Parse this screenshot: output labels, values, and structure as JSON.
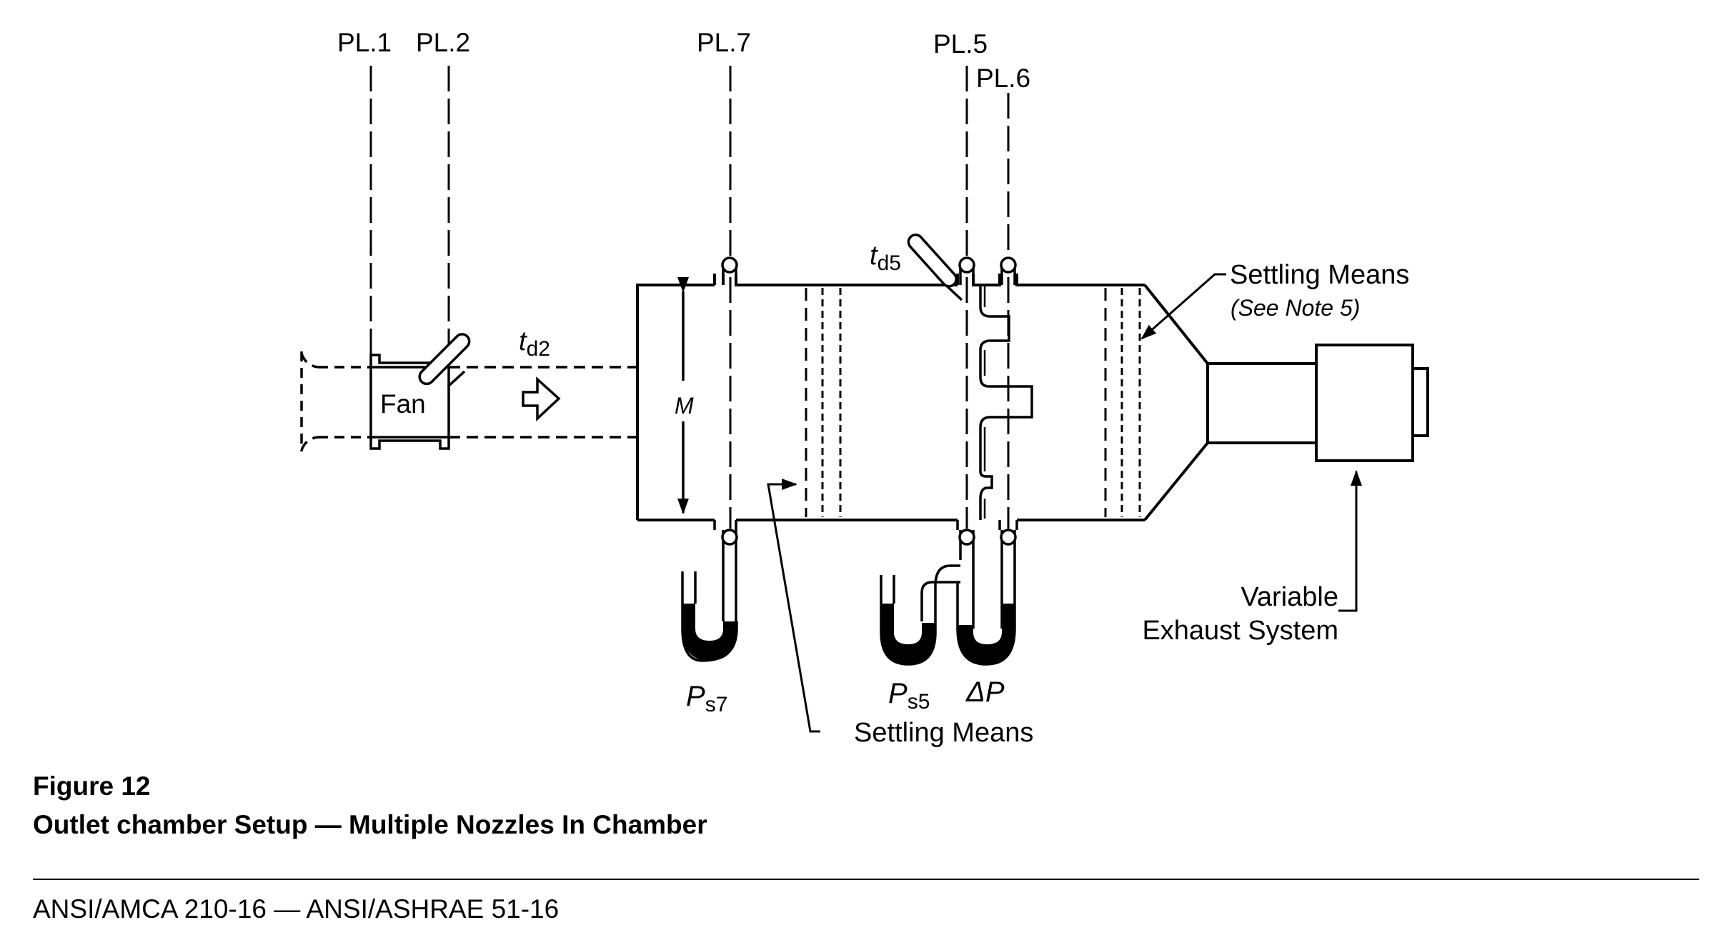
{
  "figure": {
    "number_label": "Figure 12",
    "title": "Outlet chamber Setup — Multiple Nozzles In Chamber"
  },
  "footer": {
    "standard": "ANSI/AMCA 210-16 — ANSI/ASHRAE 51-16"
  },
  "planes": {
    "pl1": "PL.1",
    "pl2": "PL.2",
    "pl7": "PL.7",
    "pl5": "PL.5",
    "pl6": "PL.6"
  },
  "labels": {
    "fan": "Fan",
    "td2_main": "t",
    "td2_sub": "d2",
    "td5_main": "t",
    "td5_sub": "d5",
    "dimension_m": "M",
    "ps7_main": "P",
    "ps7_sub": "s7",
    "ps5_main": "P",
    "ps5_sub": "s5",
    "delta_p": "ΔP",
    "settling_means_top": "Settling Means",
    "see_note": "(See Note 5)",
    "settling_means_bottom": "Settling Means",
    "variable": "Variable",
    "exhaust_system": "Exhaust System"
  }
}
